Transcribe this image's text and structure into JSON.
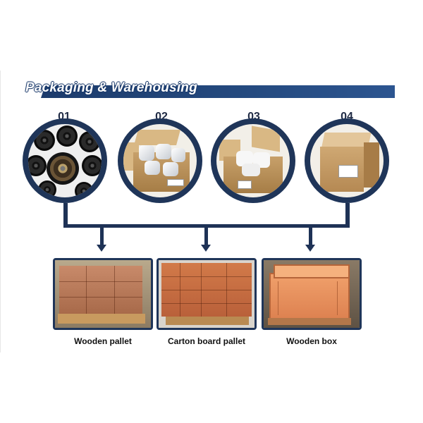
{
  "banner": {
    "title": "Packaging & Warehousing"
  },
  "steps": [
    {
      "number": "01",
      "photo": "brake drums"
    },
    {
      "number": "02",
      "photo": "open carton with parts"
    },
    {
      "number": "03",
      "photo": "open carton with wrapped parts"
    },
    {
      "number": "04",
      "photo": "closed carton"
    }
  ],
  "packaging": [
    {
      "label": "Wooden pallet"
    },
    {
      "label": "Carton board pallet"
    },
    {
      "label": "Wooden box"
    }
  ],
  "colors": {
    "navy": "#1f3559",
    "banner": "#24497e",
    "carton": "#d27a49"
  }
}
